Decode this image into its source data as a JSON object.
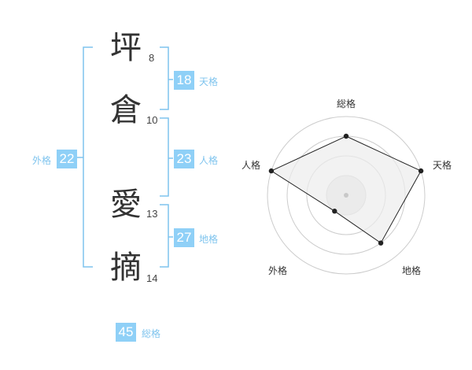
{
  "characters": [
    {
      "char": "坪",
      "strokes": "8"
    },
    {
      "char": "倉",
      "strokes": "10"
    },
    {
      "char": "愛",
      "strokes": "13"
    },
    {
      "char": "摘",
      "strokes": "14"
    }
  ],
  "fortunes": {
    "tenkaku": {
      "label": "天格",
      "value": "18"
    },
    "jinkaku": {
      "label": "人格",
      "value": "23"
    },
    "chikaku": {
      "label": "地格",
      "value": "27"
    },
    "gaikaku": {
      "label": "外格",
      "value": "22"
    },
    "soukaku": {
      "label": "総格",
      "value": "45"
    }
  },
  "radar": {
    "axes": [
      "総格",
      "天格",
      "地格",
      "外格",
      "人格"
    ],
    "levels": 4,
    "values": [
      3,
      4,
      3,
      1,
      4
    ],
    "max": 4,
    "colors": {
      "fill": "#ececec",
      "stroke": "#222222",
      "grid": "#cccccc",
      "point": "#222222",
      "center": "#c8c8c8"
    }
  },
  "colors": {
    "accent": "#8fd0f7",
    "bracket": "#7fc4ee"
  }
}
